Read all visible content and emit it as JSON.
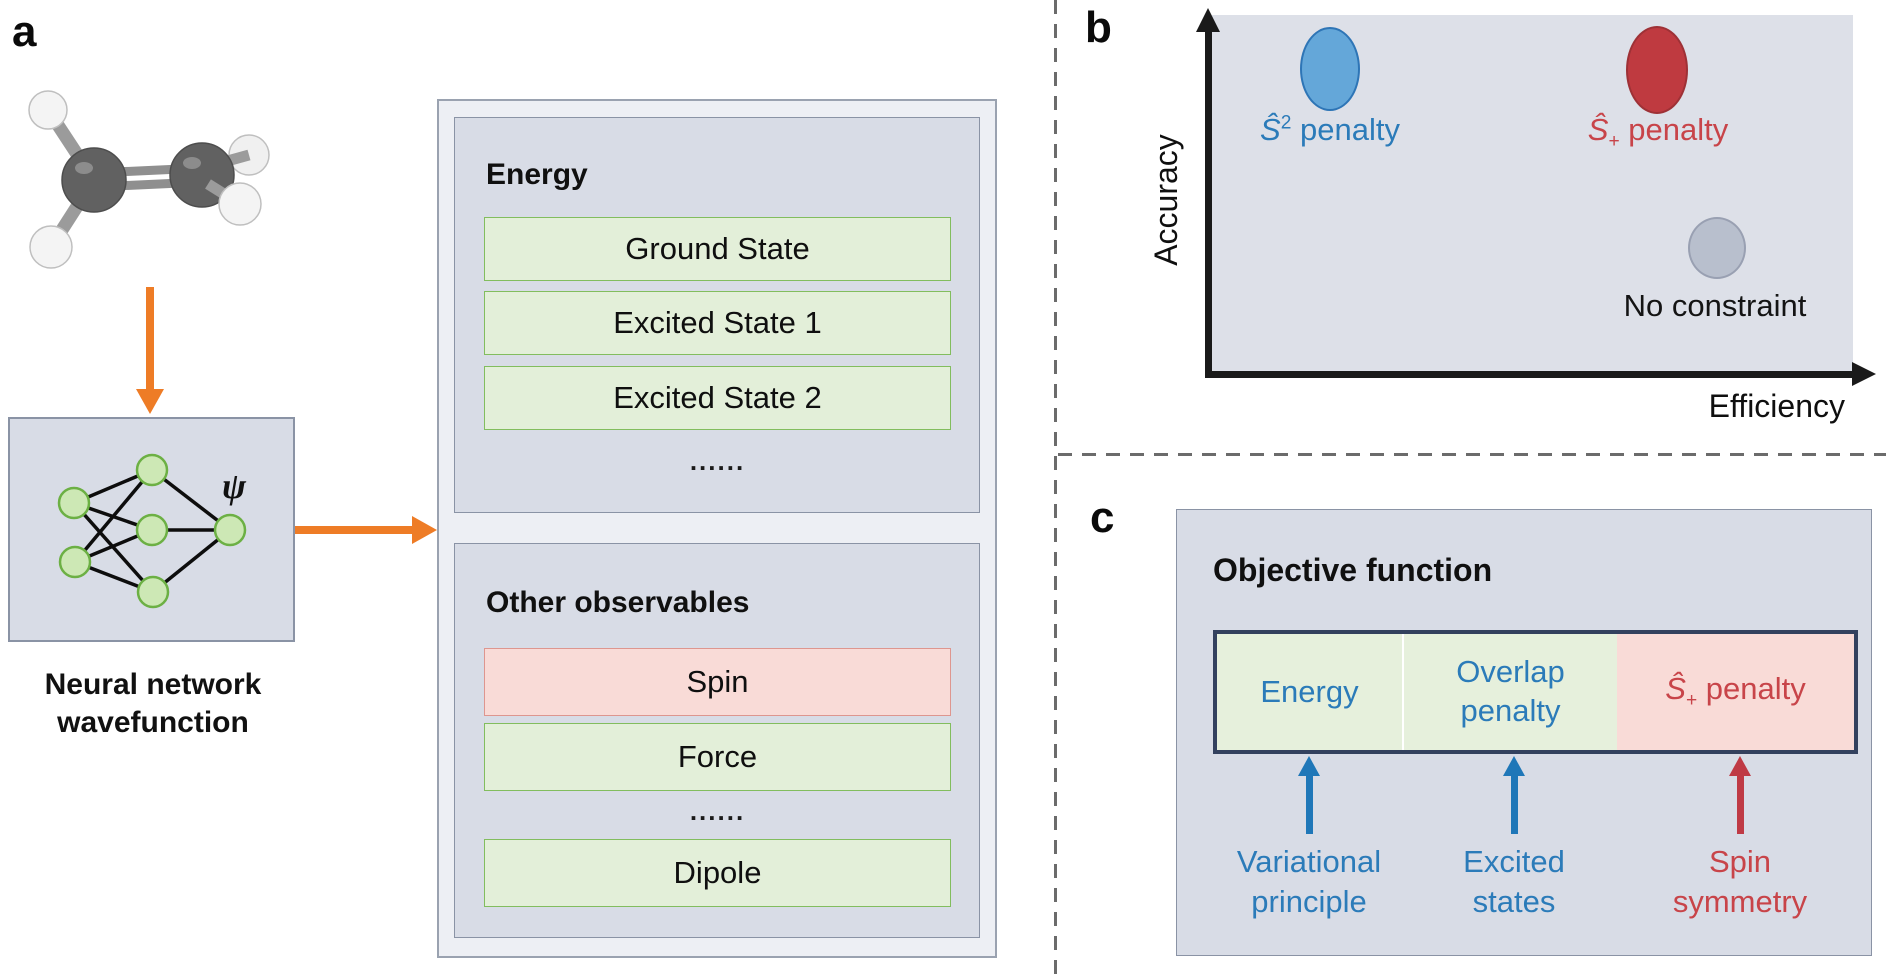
{
  "panel_a": {
    "label": "a",
    "molecule_name": "ethylene ball-and-stick model",
    "psi": "ψ",
    "caption_line1": "Neural network",
    "caption_line2": "wavefunction",
    "energy_box": {
      "title": "Energy",
      "rows": [
        "Ground State",
        "Excited State 1",
        "Excited State 2"
      ],
      "ellipsis": "......"
    },
    "observables_box": {
      "title": "Other observables",
      "row_spin": "Spin",
      "row_force": "Force",
      "ellipsis": "......",
      "row_dipole": "Dipole"
    }
  },
  "panel_b": {
    "label": "b",
    "y_axis": "Accuracy",
    "x_axis": "Efficiency",
    "point_s2": {
      "hat_s": "Ŝ",
      "sup": "2",
      "rest": " penalty"
    },
    "point_splus": {
      "hat_s": "Ŝ",
      "sub": "+",
      "rest": " penalty"
    },
    "point_none": {
      "label": "No constraint"
    }
  },
  "panel_c": {
    "label": "c",
    "title": "Objective function",
    "seg_energy": "Energy",
    "seg_overlap_line1": "Overlap",
    "seg_overlap_line2": "penalty",
    "seg_spin": {
      "hat_s": "Ŝ",
      "sub": "+",
      "rest": " penalty"
    },
    "ann_variational_line1": "Variational",
    "ann_variational_line2": "principle",
    "ann_excited_line1": "Excited",
    "ann_excited_line2": "states",
    "ann_spin_line1": "Spin",
    "ann_spin_line2": "symmetry"
  },
  "colors": {
    "orange_arrow": "#ee7c26",
    "panel_box_bg": "#d8dce6",
    "outer_box_bg": "#edeff4",
    "green_row_bg": "#e3efd9",
    "green_row_border": "#82bd5e",
    "pink_row_bg": "#f9dbd7",
    "pink_row_border": "#de968f",
    "blue_text": "#2b7bb9",
    "red_text": "#c84449",
    "blue_point": "#64a7d9",
    "red_point": "#bf3a40",
    "gray_point": "#b8bfcd",
    "navy_border": "#33415e",
    "blue_arrow": "#1f77b8",
    "red_arrow": "#bf3a45",
    "nn_node_fill": "#cde8b5",
    "nn_node_border": "#6cb044"
  }
}
